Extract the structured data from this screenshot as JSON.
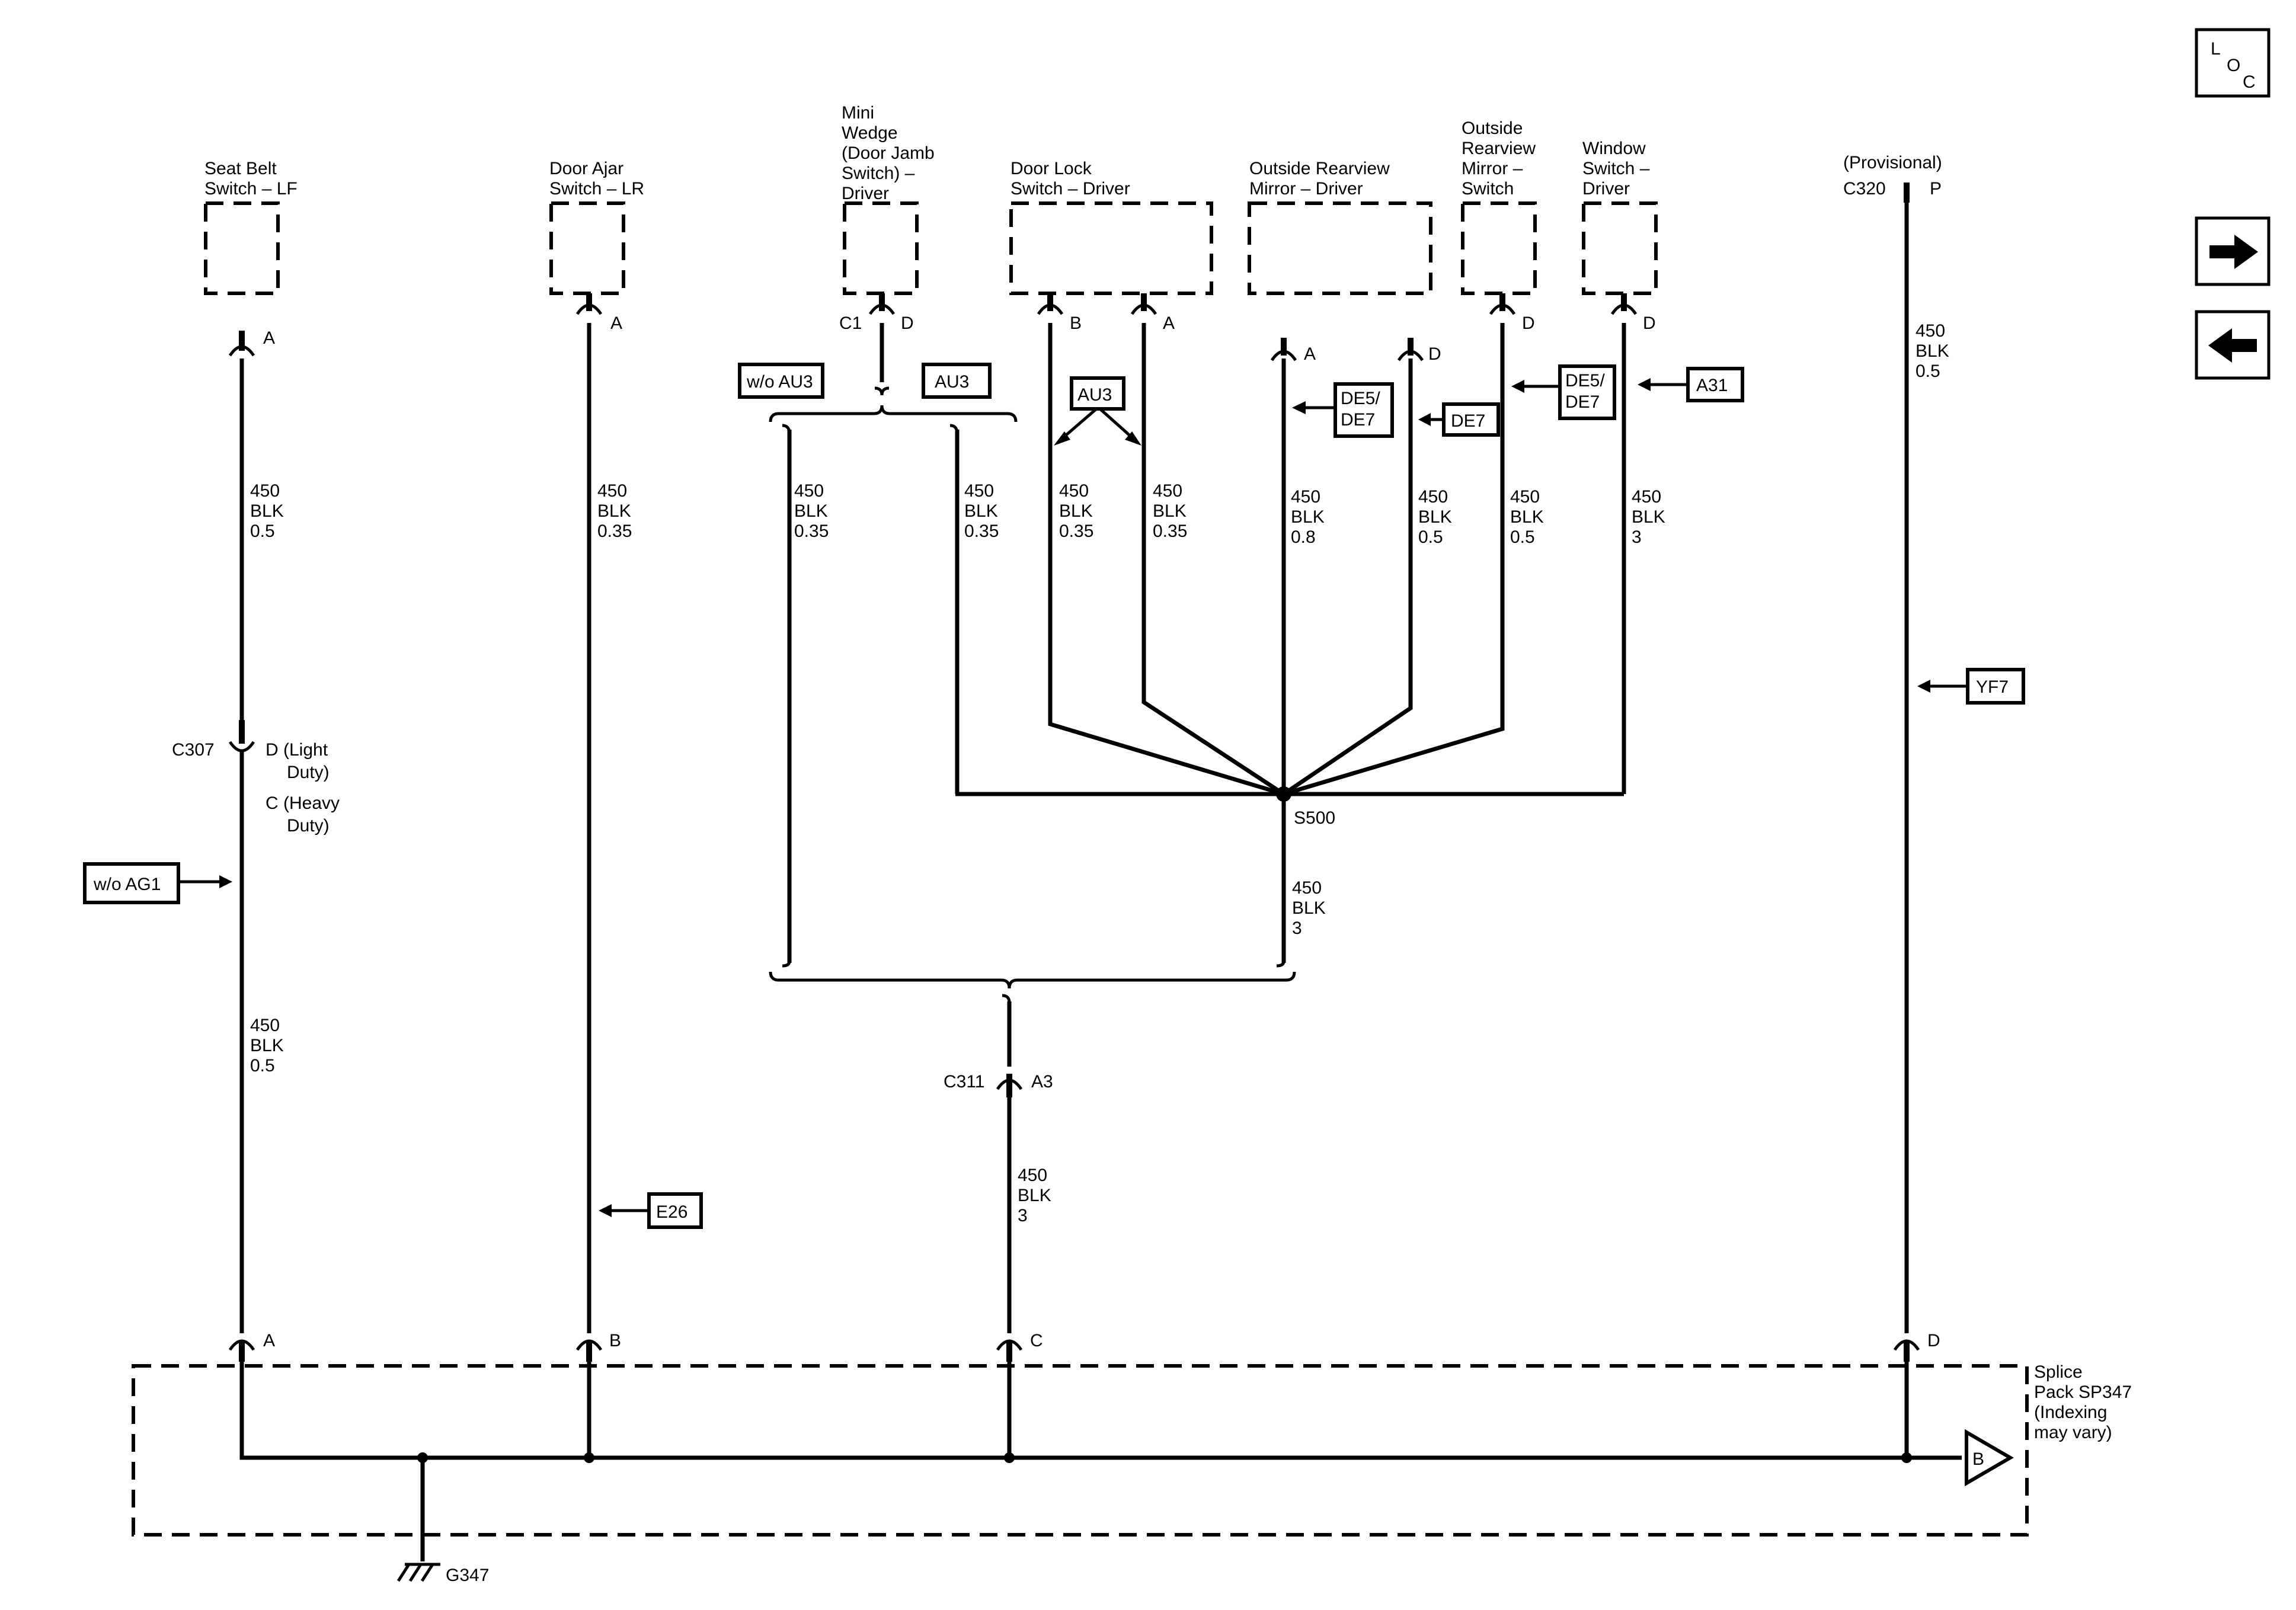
{
  "components": {
    "seat_belt": [
      "Seat Belt",
      "Switch – LF"
    ],
    "door_ajar": [
      "Door Ajar",
      "Switch – LR"
    ],
    "mini_wedge": [
      "Mini",
      "Wedge",
      "(Door Jamb",
      "Switch) –",
      "Driver"
    ],
    "door_lock": [
      "Door Lock",
      "Switch – Driver"
    ],
    "outside_mirror": [
      "Outside Rearview",
      "Mirror – Driver"
    ],
    "mirror_switch": [
      "Outside",
      "Rearview",
      "Mirror –",
      "Switch"
    ],
    "window_switch": [
      "Window",
      "Switch –",
      "Driver"
    ],
    "provisional": [
      "(Provisional)",
      "C320"
    ],
    "splice_pack": [
      "Splice",
      "Pack SP347",
      "(Indexing",
      "may vary)"
    ]
  },
  "pins": {
    "seat_belt_top": "A",
    "door_ajar_top": "A",
    "mini_wedge_c1": "C1",
    "mini_wedge_pin": "D",
    "door_lock_b": "B",
    "door_lock_a": "A",
    "mirror_a": "A",
    "mirror_d": "D",
    "mirror_switch_d": "D",
    "window_d": "D",
    "provisional_p": "P",
    "c307_name": "C307",
    "c307_d": [
      "D (Light",
      "Duty)"
    ],
    "c307_c": [
      "C (Heavy",
      "Duty)"
    ],
    "c311_name": "C311",
    "c311_pin": "A3",
    "sp_a": "A",
    "sp_b": "B",
    "sp_c": "C",
    "sp_d": "D",
    "sp_out": "B"
  },
  "wires": {
    "seat_upper": [
      "450",
      "BLK",
      "0.5"
    ],
    "seat_lower": [
      "450",
      "BLK",
      "0.5"
    ],
    "ajar": [
      "450",
      "BLK",
      "0.35"
    ],
    "wo_au3": [
      "450",
      "BLK",
      "0.35"
    ],
    "au3": [
      "450",
      "BLK",
      "0.35"
    ],
    "lock_b": [
      "450",
      "BLK",
      "0.35"
    ],
    "lock_a": [
      "450",
      "BLK",
      "0.35"
    ],
    "mirror_a": [
      "450",
      "BLK",
      "0.8"
    ],
    "mirror_d": [
      "450",
      "BLK",
      "0.5"
    ],
    "mirror_sw": [
      "450",
      "BLK",
      "0.5"
    ],
    "window": [
      "450",
      "BLK",
      "3"
    ],
    "s500_out": [
      "450",
      "BLK",
      "3"
    ],
    "c311_out": [
      "450",
      "BLK",
      "3"
    ],
    "provisional": [
      "450",
      "BLK",
      "0.5"
    ]
  },
  "splice_label": "S500",
  "ground_label": "G347",
  "options": {
    "wo_au3": "w/o AU3",
    "au3_top": "AU3",
    "au3_mid": "AU3",
    "de5_de7_a": [
      "DE5/",
      "DE7"
    ],
    "de7": "DE7",
    "de5_de7_b": [
      "DE5/",
      "DE7"
    ],
    "a31": "A31",
    "yf7": "YF7",
    "wo_ag1": "w/o AG1",
    "e26": "E26"
  },
  "nav": {
    "loc_letters": [
      "L",
      "O",
      "C"
    ],
    "forward": "right-arrow-icon",
    "back": "left-arrow-icon"
  }
}
